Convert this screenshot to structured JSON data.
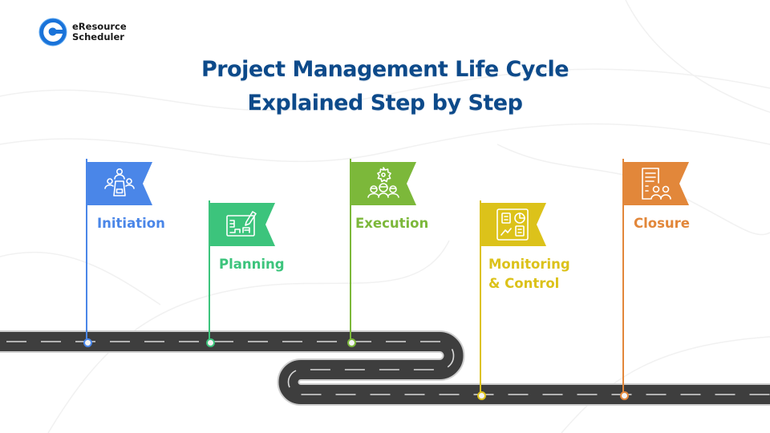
{
  "brand": {
    "line1": "eResource",
    "line2": "Scheduler",
    "logo_color": "#1a73d9"
  },
  "title": {
    "line1": "Project Management Life Cycle",
    "line2": "Explained Step by Step",
    "color": "#0d4a8a"
  },
  "road": {
    "color": "#3e3e3e",
    "edge_color": "#c8c8c8",
    "dash_color": "#d9d9d9"
  },
  "steps": [
    {
      "label": "Initiation",
      "icon": "meeting-table-icon",
      "color": "#4a86e8"
    },
    {
      "label": "Planning",
      "icon": "blueprint-pencil-icon",
      "color": "#3cc47c"
    },
    {
      "label": "Execution",
      "icon": "team-gear-icon",
      "color": "#7cb83a"
    },
    {
      "label_line1": "Monitoring",
      "label_line2": "& Control",
      "icon": "dashboard-chart-icon",
      "color": "#dcc21a"
    },
    {
      "label": "Closure",
      "icon": "document-team-icon",
      "color": "#e2873a"
    }
  ]
}
